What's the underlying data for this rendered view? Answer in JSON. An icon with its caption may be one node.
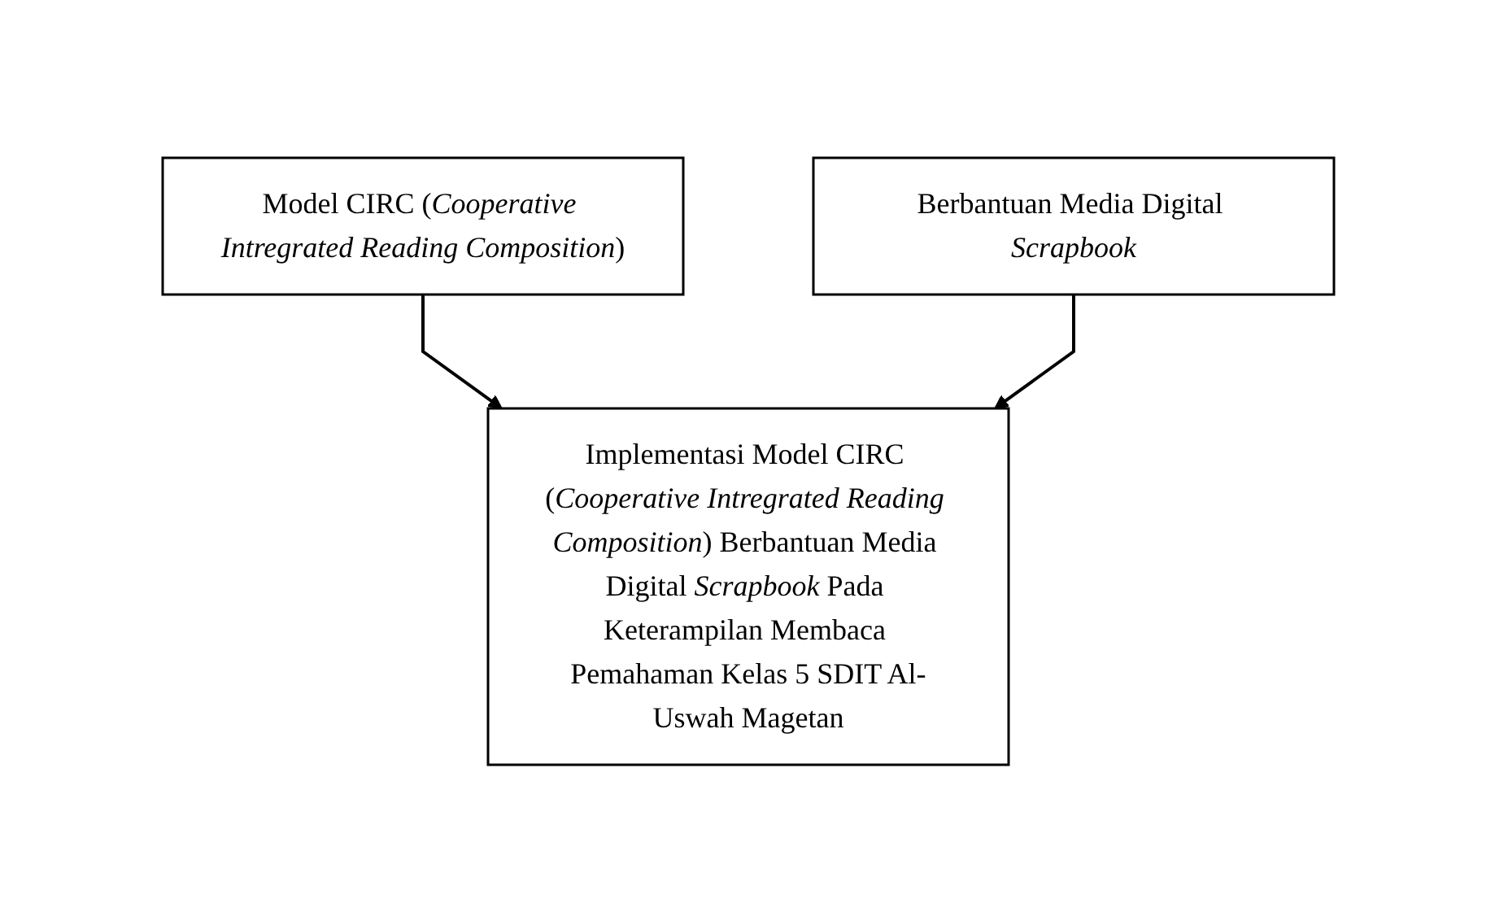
{
  "diagram": {
    "nodes": [
      {
        "text": [
          "Model CIRC (*Cooperative Intregrated Reading Composition*)"
        ]
      },
      {
        "text": [
          "Berbantuan Media Digital *Scrapbook*"
        ]
      },
      {
        "text": [
          "Implementasi Model CIRC (*Cooperative Intregrated Reading Composition*) Berbantuan Media Digital *Scrapbook* Pada Keterampilan Membaca Pemahaman Kelas 5 SDIT Al-Uswah Magetan"
        ]
      }
    ],
    "edges": [
      {
        "from": 0,
        "to": 2,
        "arrow": "to"
      },
      {
        "from": 1,
        "to": 2,
        "arrow": "to"
      }
    ]
  }
}
